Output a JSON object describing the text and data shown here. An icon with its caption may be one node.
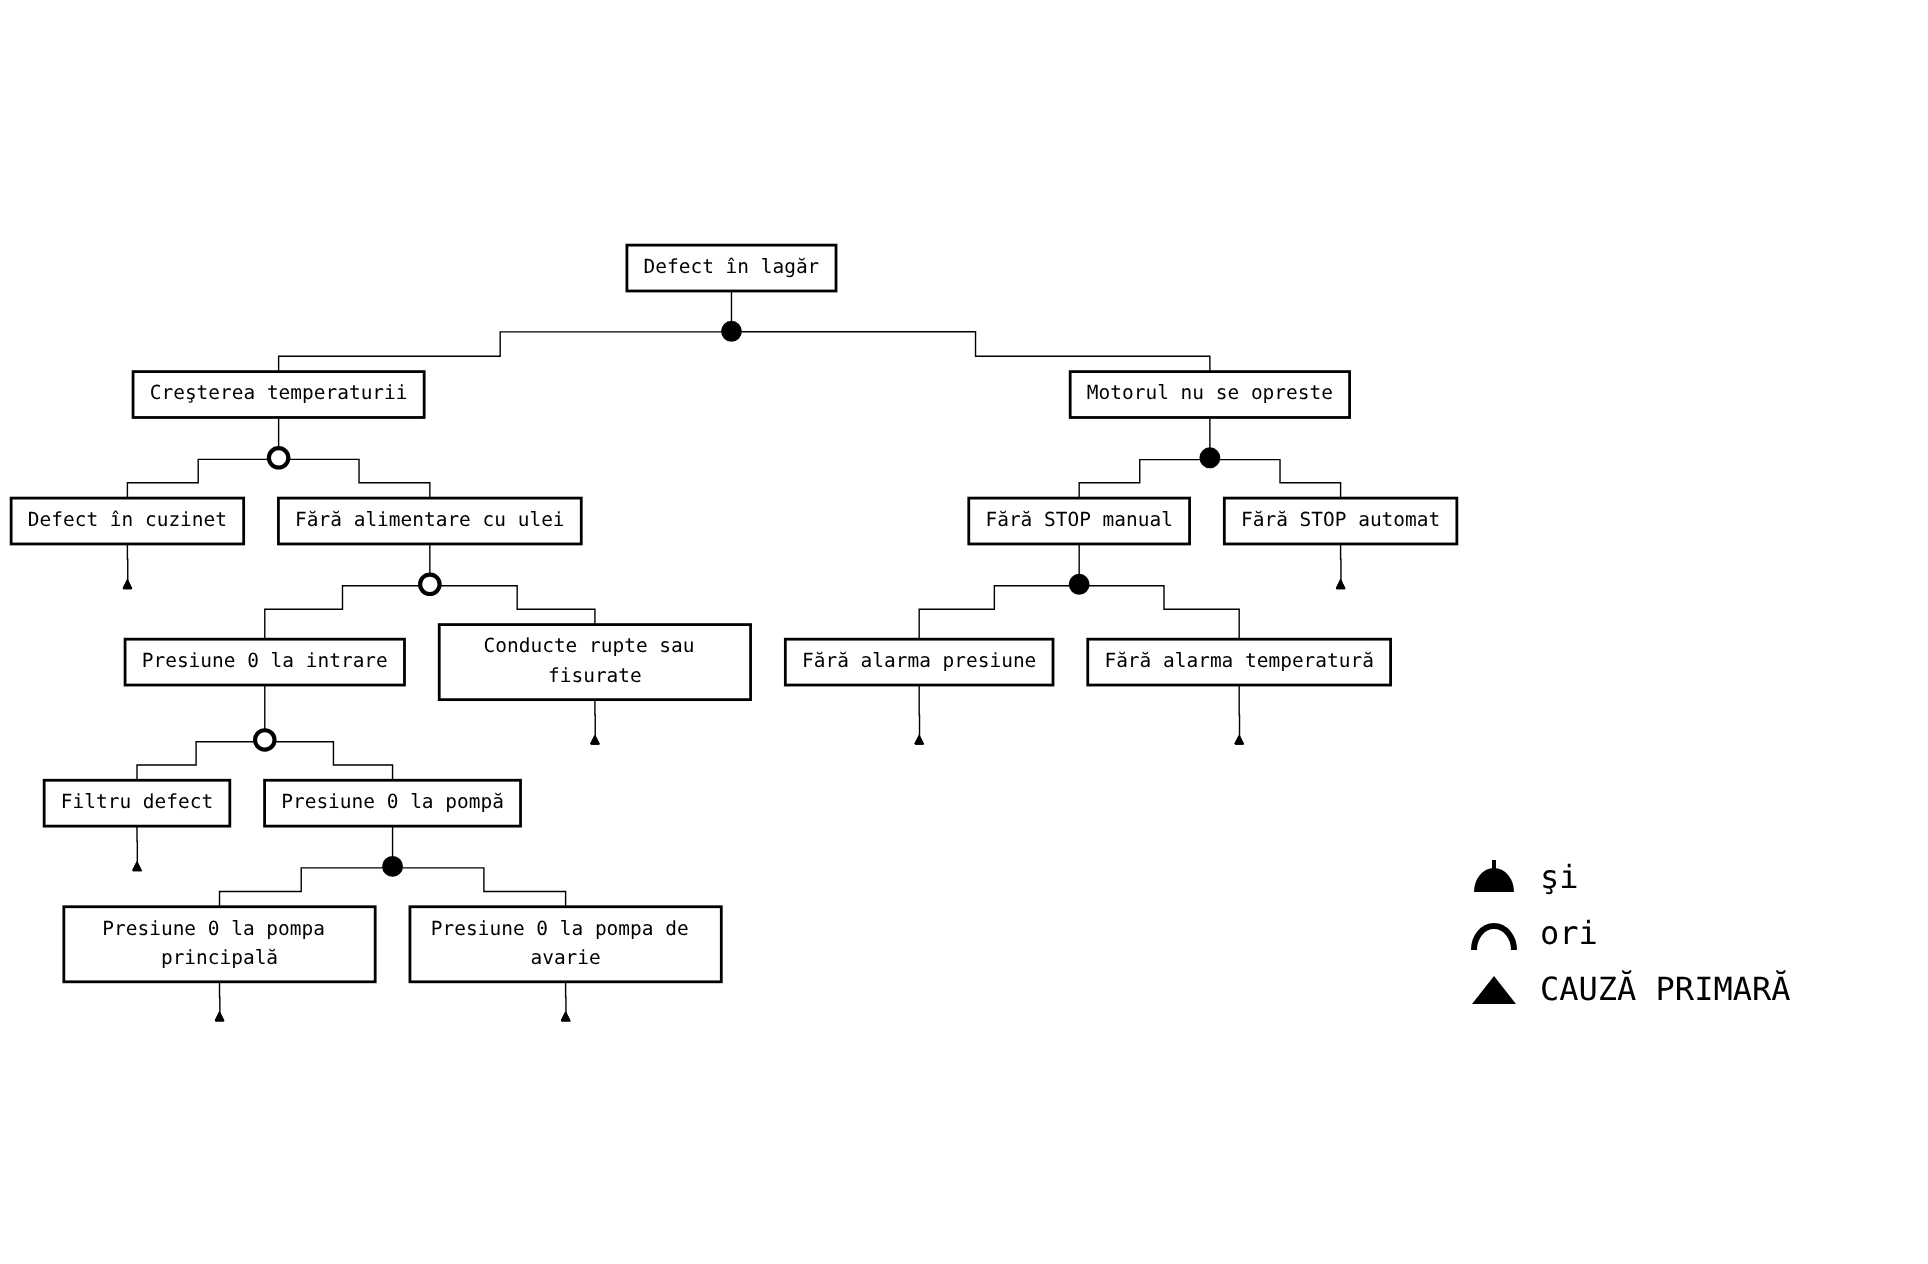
{
  "diagram": {
    "nodes": [
      {
        "text": [
          "Defect în lagăr"
        ]
      },
      {
        "text": [],
        "shape": "semicircle"
      },
      {
        "text": [
          "Creşterea temperaturii"
        ]
      },
      {
        "text": [
          "Motorul nu se opreste"
        ]
      },
      {
        "text": [],
        "shape": "arch"
      },
      {
        "text": [],
        "shape": "semicircle"
      },
      {
        "text": [
          "Defect în cuzinet"
        ]
      },
      {
        "text": [
          "Fără alimentare cu ulei"
        ]
      },
      {
        "text": [
          "Fără STOP manual"
        ]
      },
      {
        "text": [
          "Fără STOP automat"
        ]
      },
      {
        "text": [],
        "shape": "triangle"
      },
      {
        "text": [],
        "shape": "arch"
      },
      {
        "text": [],
        "shape": "semicircle"
      },
      {
        "text": [],
        "shape": "triangle"
      },
      {
        "text": [
          "Presiune 0 la intrare"
        ]
      },
      {
        "text": [
          "Conducte rupte sau fisurate"
        ]
      },
      {
        "text": [
          "Fără alarma presiune"
        ]
      },
      {
        "text": [
          "Fără alarma temperatură"
        ]
      },
      {
        "text": [],
        "shape": "arch"
      },
      {
        "text": [],
        "shape": "triangle"
      },
      {
        "text": [],
        "shape": "triangle"
      },
      {
        "text": [],
        "shape": "triangle"
      },
      {
        "text": [
          "Filtru defect"
        ]
      },
      {
        "text": [
          "Presiune 0 la pompă"
        ]
      },
      {
        "text": [],
        "shape": "triangle"
      },
      {
        "text": [],
        "shape": "semicircle"
      },
      {
        "text": [
          "Presiune 0 la pompa principală"
        ]
      },
      {
        "text": [
          "Presiune 0 la pompa de avarie"
        ]
      },
      {
        "text": [],
        "shape": "triangle"
      },
      {
        "text": [],
        "shape": "triangle"
      }
    ],
    "edges": [
      {
        "from": 0,
        "to": 1,
        "arrow": "none"
      },
      {
        "from": 1,
        "to": 2,
        "arrow": "none"
      },
      {
        "from": 1,
        "to": 3,
        "arrow": "none"
      },
      {
        "from": 2,
        "to": 4,
        "arrow": "none"
      },
      {
        "from": 3,
        "to": 5,
        "arrow": "none"
      },
      {
        "from": 4,
        "to": 6,
        "arrow": "none"
      },
      {
        "from": 4,
        "to": 7,
        "arrow": "none"
      },
      {
        "from": 5,
        "to": 8,
        "arrow": "none"
      },
      {
        "from": 5,
        "to": 9,
        "arrow": "none"
      },
      {
        "from": 6,
        "to": 10,
        "arrow": "none"
      },
      {
        "from": 7,
        "to": 11,
        "arrow": "none"
      },
      {
        "from": 8,
        "to": 12,
        "arrow": "none"
      },
      {
        "from": 9,
        "to": 13,
        "arrow": "none"
      },
      {
        "from": 11,
        "to": 14,
        "arrow": "none"
      },
      {
        "from": 11,
        "to": 15,
        "arrow": "none"
      },
      {
        "from": 12,
        "to": 16,
        "arrow": "none"
      },
      {
        "from": 12,
        "to": 17,
        "arrow": "none"
      },
      {
        "from": 14,
        "to": 18,
        "arrow": "none"
      },
      {
        "from": 15,
        "to": 19,
        "arrow": "none"
      },
      {
        "from": 16,
        "to": 20,
        "arrow": "none"
      },
      {
        "from": 17,
        "to": 21,
        "arrow": "none"
      },
      {
        "from": 18,
        "to": 22,
        "arrow": "none"
      },
      {
        "from": 18,
        "to": 23,
        "arrow": "none"
      },
      {
        "from": 22,
        "to": 24,
        "arrow": "none"
      },
      {
        "from": 23,
        "to": 25,
        "arrow": "none"
      },
      {
        "from": 25,
        "to": 26,
        "arrow": "none"
      },
      {
        "from": 25,
        "to": 27,
        "arrow": "none"
      },
      {
        "from": 26,
        "to": 28,
        "arrow": "none"
      },
      {
        "from": 27,
        "to": 29,
        "arrow": "none"
      }
    ],
    "legend": [
      {
        "text": "şi"
      },
      {
        "text": "ori"
      },
      {
        "text": "CAUZĂ PRIMARĂ"
      }
    ]
  }
}
